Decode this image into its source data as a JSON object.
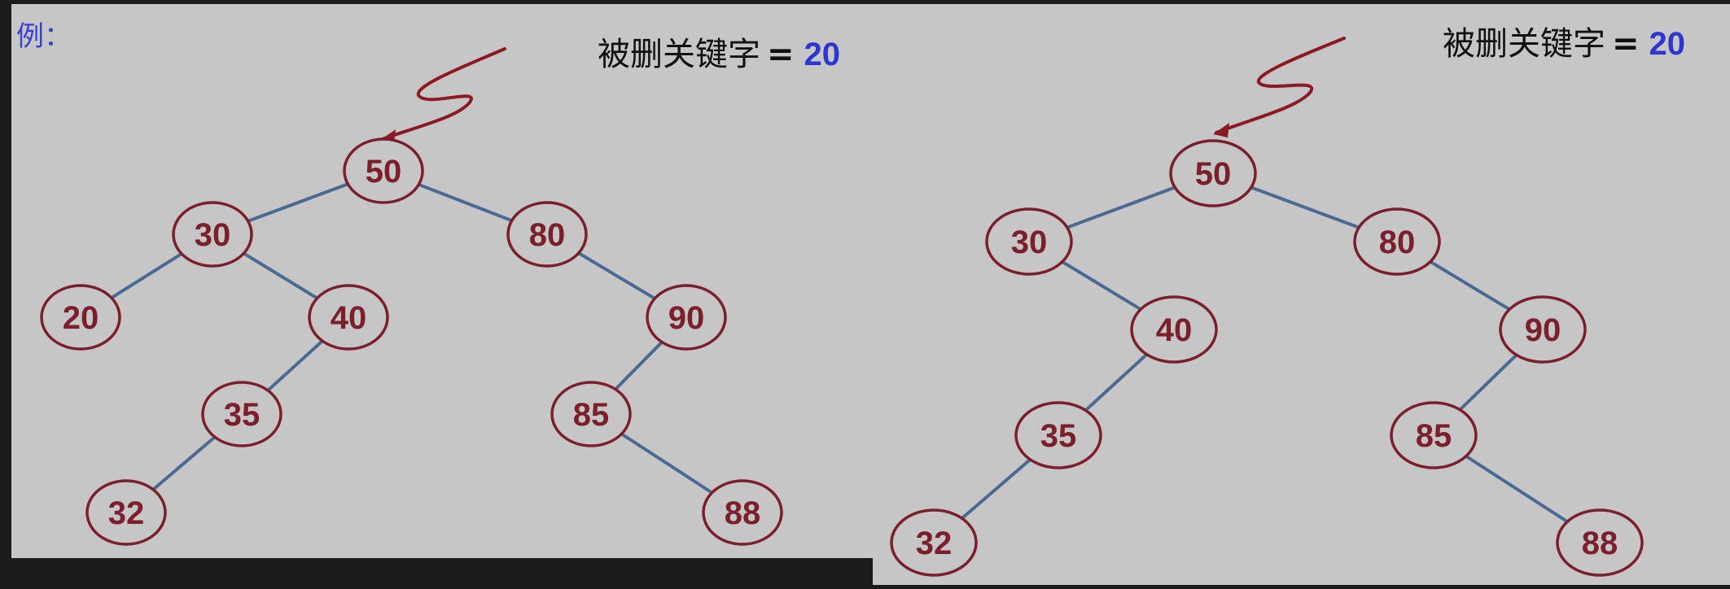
{
  "example_label": "例：",
  "left": {
    "title": {
      "prefix": "被删关键字",
      "equals": "=",
      "key": "20"
    },
    "nodes": [
      {
        "id": "50",
        "label": "50"
      },
      {
        "id": "30",
        "label": "30"
      },
      {
        "id": "80",
        "label": "80"
      },
      {
        "id": "20",
        "label": "20"
      },
      {
        "id": "40",
        "label": "40"
      },
      {
        "id": "90",
        "label": "90"
      },
      {
        "id": "35",
        "label": "35"
      },
      {
        "id": "85",
        "label": "85"
      },
      {
        "id": "32",
        "label": "32"
      },
      {
        "id": "88",
        "label": "88"
      }
    ],
    "edges": [
      [
        "50",
        "30"
      ],
      [
        "50",
        "80"
      ],
      [
        "30",
        "20"
      ],
      [
        "30",
        "40"
      ],
      [
        "40",
        "35"
      ],
      [
        "35",
        "32"
      ],
      [
        "80",
        "90"
      ],
      [
        "90",
        "85"
      ],
      [
        "85",
        "88"
      ]
    ]
  },
  "right": {
    "title": {
      "prefix": "被删关键字",
      "equals": "=",
      "key": "20"
    },
    "nodes": [
      {
        "id": "50",
        "label": "50"
      },
      {
        "id": "30",
        "label": "30"
      },
      {
        "id": "80",
        "label": "80"
      },
      {
        "id": "40",
        "label": "40"
      },
      {
        "id": "90",
        "label": "90"
      },
      {
        "id": "35",
        "label": "35"
      },
      {
        "id": "85",
        "label": "85"
      },
      {
        "id": "32",
        "label": "32"
      },
      {
        "id": "88",
        "label": "88"
      }
    ],
    "edges": [
      [
        "50",
        "30"
      ],
      [
        "50",
        "80"
      ],
      [
        "30",
        "40"
      ],
      [
        "40",
        "35"
      ],
      [
        "35",
        "32"
      ],
      [
        "80",
        "90"
      ],
      [
        "90",
        "85"
      ],
      [
        "85",
        "88"
      ]
    ]
  },
  "colors": {
    "panel_bg": "#c6c6c6",
    "node_stroke": "#7a1f2b",
    "edge": "#4a6a93",
    "key": "#2f35cf",
    "example": "#3b3fd0"
  }
}
